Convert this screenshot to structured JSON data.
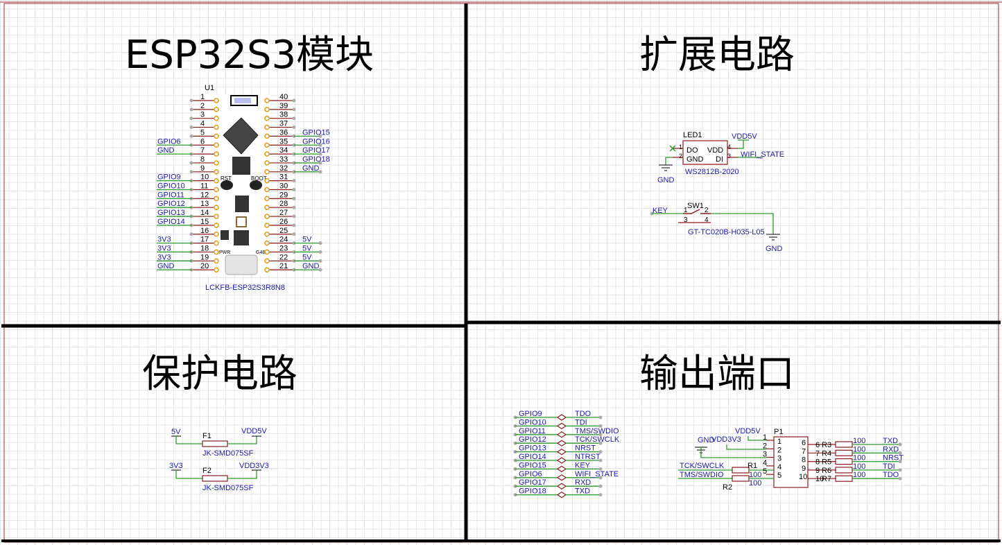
{
  "sections": {
    "esp": "ESP32S3模块",
    "expand": "扩展电路",
    "protect": "保护电路",
    "output": "输出端口"
  },
  "u1": {
    "designator": "U1",
    "footprint": "LCKFB-ESP32S3R8N8",
    "left_pins": [
      "1",
      "2",
      "3",
      "4",
      "5",
      "6",
      "7",
      "8",
      "9",
      "10",
      "11",
      "12",
      "13",
      "14",
      "15",
      "16",
      "17",
      "18",
      "19",
      "20"
    ],
    "right_pins": [
      "40",
      "39",
      "38",
      "37",
      "36",
      "35",
      "34",
      "33",
      "32",
      "31",
      "30",
      "29",
      "28",
      "27",
      "26",
      "25",
      "24",
      "23",
      "22",
      "21"
    ],
    "left_nets": [
      "",
      "",
      "",
      "",
      "",
      "GPIO6",
      "GND",
      "",
      "",
      "GPIO9",
      "GPIO10",
      "GPIO11",
      "GPIO12",
      "GPIO13",
      "GPIO14",
      "",
      "3V3",
      "3V3",
      "3V3",
      "GND"
    ],
    "right_nets": [
      "",
      "",
      "",
      "",
      "GPIO15",
      "GPIO16",
      "GPIO17",
      "GPIO18",
      "GND",
      "",
      "",
      "",
      "",
      "",
      "",
      "",
      "5V",
      "5V",
      "5V",
      "GND"
    ],
    "board_labels": [
      "RST",
      "BOOT",
      "PWR",
      "G48"
    ]
  },
  "led1": {
    "designator": "LED1",
    "part": "WS2812B-2020",
    "pins": {
      "p1": "1",
      "p2": "2",
      "p3": "3",
      "p4": "4"
    },
    "pin_names": {
      "do": "DO",
      "gnd": "GND",
      "vdd": "VDD",
      "di": "DI"
    },
    "nets": {
      "vdd": "VDD5V",
      "di": "WIFI_STATE",
      "gnd": "GND"
    }
  },
  "sw1": {
    "designator": "SW1",
    "part": "GT-TC020B-H035-L05",
    "pins": {
      "p1": "1",
      "p2": "2",
      "p3": "3",
      "p4": "4"
    },
    "nets": {
      "key": "KEY",
      "gnd": "GND"
    }
  },
  "fuses": [
    {
      "designator": "F1",
      "part": "JK-SMD075SF",
      "in": "5V",
      "out": "VDD5V"
    },
    {
      "designator": "F2",
      "part": "JK-SMD075SF",
      "in": "3V3",
      "out": "VDD3V3"
    }
  ],
  "net_map": [
    {
      "from": "GPIO9",
      "to": "TDO"
    },
    {
      "from": "GPIO10",
      "to": "TDI"
    },
    {
      "from": "GPIO11",
      "to": "TMS/SWDIO"
    },
    {
      "from": "GPIO12",
      "to": "TCK/SWCLK"
    },
    {
      "from": "GPIO13",
      "to": "NRST"
    },
    {
      "from": "GPIO14",
      "to": "NTRST"
    },
    {
      "from": "GPIO15",
      "to": "KEY"
    },
    {
      "from": "GPIO6",
      "to": "WIFI_STATE"
    },
    {
      "from": "GPIO17",
      "to": "RXD"
    },
    {
      "from": "GPIO18",
      "to": "TXD"
    }
  ],
  "p1": {
    "designator": "P1",
    "left_pins": [
      "1",
      "2",
      "3",
      "4",
      "5"
    ],
    "right_pins": [
      "6",
      "7",
      "8",
      "9",
      "10"
    ],
    "left_nets": {
      "gnd": "GND",
      "vdd3v3": "VDD3V3",
      "vdd5v": "VDD5V",
      "tck": "TCK/SWCLK",
      "tms": "TMS/SWDIO"
    },
    "resistors_right": [
      {
        "pin": "6",
        "des": "R3",
        "value": "100",
        "net": "TXD"
      },
      {
        "pin": "7",
        "des": "R4",
        "value": "100",
        "net": "RXD"
      },
      {
        "pin": "8",
        "des": "R5",
        "value": "100",
        "net": "NRST"
      },
      {
        "pin": "9",
        "des": "R6",
        "value": "100",
        "net": "TDI"
      },
      {
        "pin": "10",
        "des": "R7",
        "value": "100",
        "net": "TDO"
      }
    ],
    "resistors_left": [
      {
        "des": "R1",
        "value": "100"
      },
      {
        "des": "R2",
        "value": "100"
      }
    ]
  }
}
